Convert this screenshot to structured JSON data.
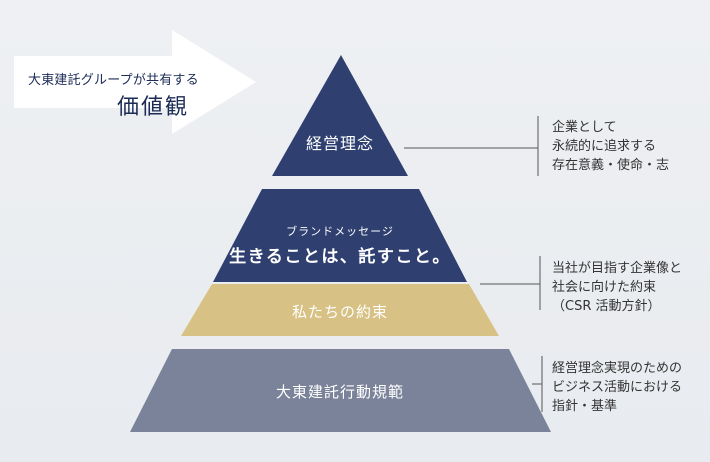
{
  "banner": {
    "subtitle": "大東建託グループが共有する",
    "title": "価値観"
  },
  "tiers": [
    {
      "label": "経営理念",
      "color": "#2e3f70"
    },
    {
      "caption": "ブランドメッセージ",
      "label": "生きることは、託すこと。",
      "color": "#2e3f70"
    },
    {
      "label": "私たちの約束",
      "color": "#d8c184"
    },
    {
      "label": "大東建託行動規範",
      "color": "#7a8399"
    }
  ],
  "annotations": [
    {
      "lines": [
        "企業として",
        "永続的に追求する",
        "存在意義・使命・志"
      ]
    },
    {
      "lines": [
        "当社が目指す企業像と",
        "社会に向けた約束",
        "（CSR 活動方針）"
      ]
    },
    {
      "lines": [
        "経営理念実現のための",
        "ビジネス活動における",
        "指針・基準"
      ]
    }
  ],
  "colors": {
    "navy": "#2e3f70",
    "gold": "#d8c184",
    "gray": "#7a8399",
    "arrow": "#ffffff",
    "line": "#555555"
  }
}
